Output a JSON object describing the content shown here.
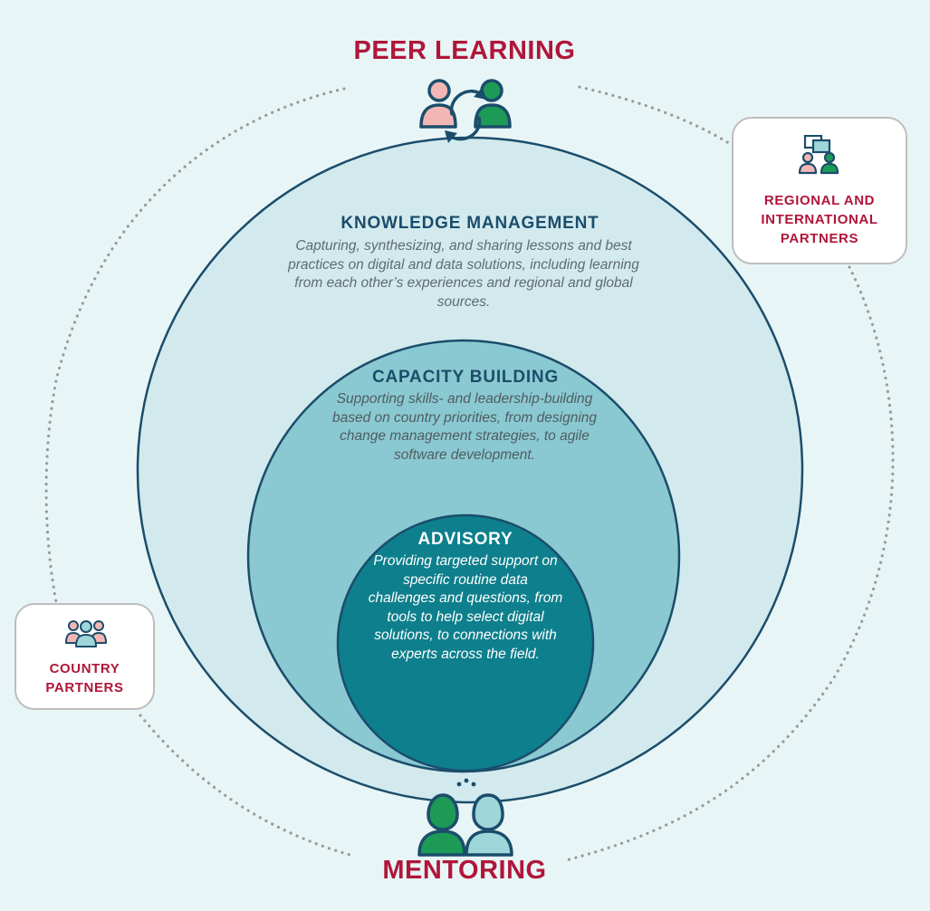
{
  "top_label": "PEER LEARNING",
  "bottom_label": "MENTORING",
  "rings": {
    "knowledge": {
      "title": "KNOWLEDGE MANAGEMENT",
      "desc": "Capturing, synthesizing, and sharing lessons and best practices on digital and data solutions, including learning from each other’s experiences and regional and global sources."
    },
    "capacity": {
      "title": "CAPACITY BUILDING",
      "desc": "Supporting skills- and leadership-building based on country priorities, from designing change management strategies, to agile software development."
    },
    "advisory": {
      "title": "ADVISORY",
      "desc": "Providing targeted support on specific routine data challenges and questions, from tools to help select digital solutions, to connections with experts across the field."
    }
  },
  "partners": {
    "regional": {
      "line1": "REGIONAL AND",
      "line2": "INTERNATIONAL",
      "line3": "PARTNERS"
    },
    "country": {
      "line1": "COUNTRY",
      "line2": "PARTNERS"
    }
  },
  "colors": {
    "background": "#e8f5f6",
    "accent_red": "#b0163a",
    "navy": "#1b4d6b",
    "outer_circle": "#d2eaee",
    "middle_circle": "#8ac9d1",
    "inner_circle": "#0e7f8c",
    "icon_green": "#1e9a57",
    "icon_pink": "#f2b7b4",
    "icon_light_teal": "#9fd6d9"
  }
}
